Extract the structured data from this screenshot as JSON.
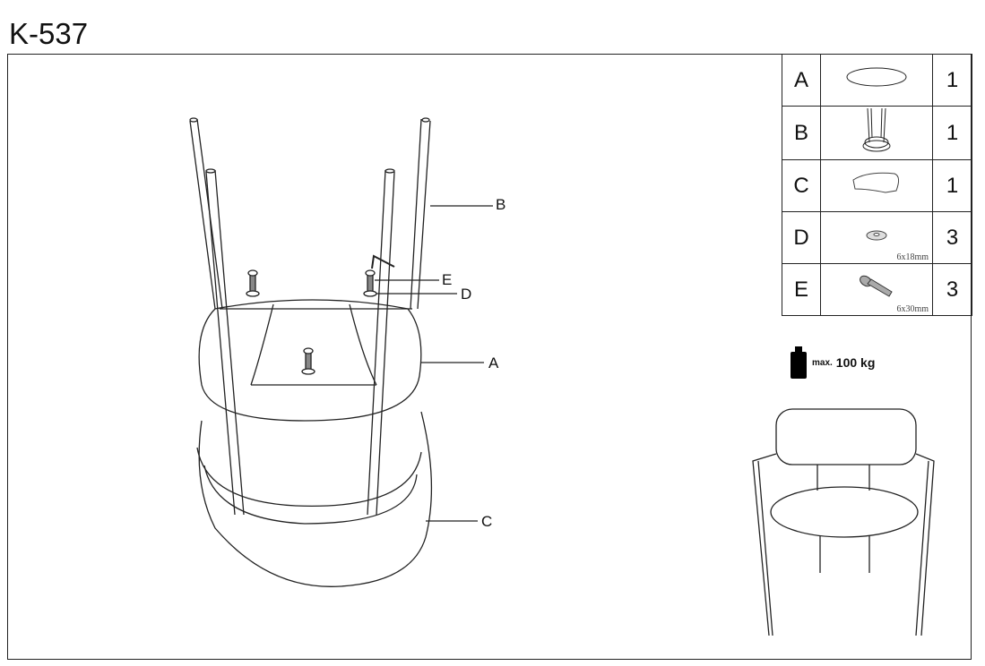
{
  "title": "K-537",
  "callouts": {
    "A": "A",
    "B": "B",
    "C": "C",
    "D": "D",
    "E": "E"
  },
  "parts": [
    {
      "letter": "A",
      "icon": "seat-icon",
      "qty": "1",
      "size": ""
    },
    {
      "letter": "B",
      "icon": "frame-icon",
      "qty": "1",
      "size": ""
    },
    {
      "letter": "C",
      "icon": "backrest-icon",
      "qty": "1",
      "size": ""
    },
    {
      "letter": "D",
      "icon": "washer-icon",
      "qty": "3",
      "size": "6x18mm"
    },
    {
      "letter": "E",
      "icon": "bolt-icon",
      "qty": "3",
      "size": "6x30mm"
    }
  ],
  "max_load": {
    "prefix": "max.",
    "value": "100 kg"
  }
}
